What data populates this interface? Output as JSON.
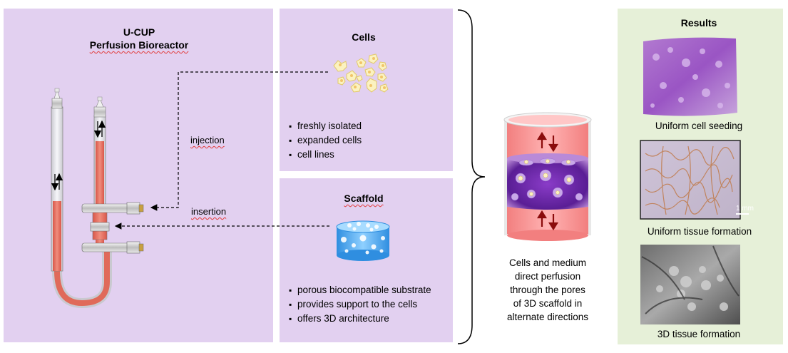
{
  "bioreactor": {
    "title_line1": "U-CUP",
    "title_line2": "Perfusion Bioreactor"
  },
  "cells": {
    "title": "Cells",
    "items": [
      "freshly isolated",
      "expanded cells",
      "cell lines"
    ]
  },
  "scaffold": {
    "title": "Scaffold",
    "items": [
      "porous biocompatible substrate",
      "provides support to the cells",
      "offers 3D architecture"
    ]
  },
  "arrows": {
    "injection": "injection",
    "insertion": "insertion"
  },
  "perfusion": {
    "caption_lines": [
      "Cells and medium",
      "direct perfusion",
      "through the pores",
      "of 3D scaffold in",
      "alternate directions"
    ]
  },
  "results": {
    "title": "Results",
    "items": [
      {
        "caption": "Uniform cell seeding"
      },
      {
        "caption": "Uniform tissue formation",
        "scale_bar": "1 mm"
      },
      {
        "caption": "3D tissue formation"
      }
    ]
  },
  "colors": {
    "panel_purple": "#e2d0f0",
    "panel_green": "#e6f0d8",
    "medium_red": "#e06a5a",
    "scaffold_blue": "#56aef0"
  }
}
